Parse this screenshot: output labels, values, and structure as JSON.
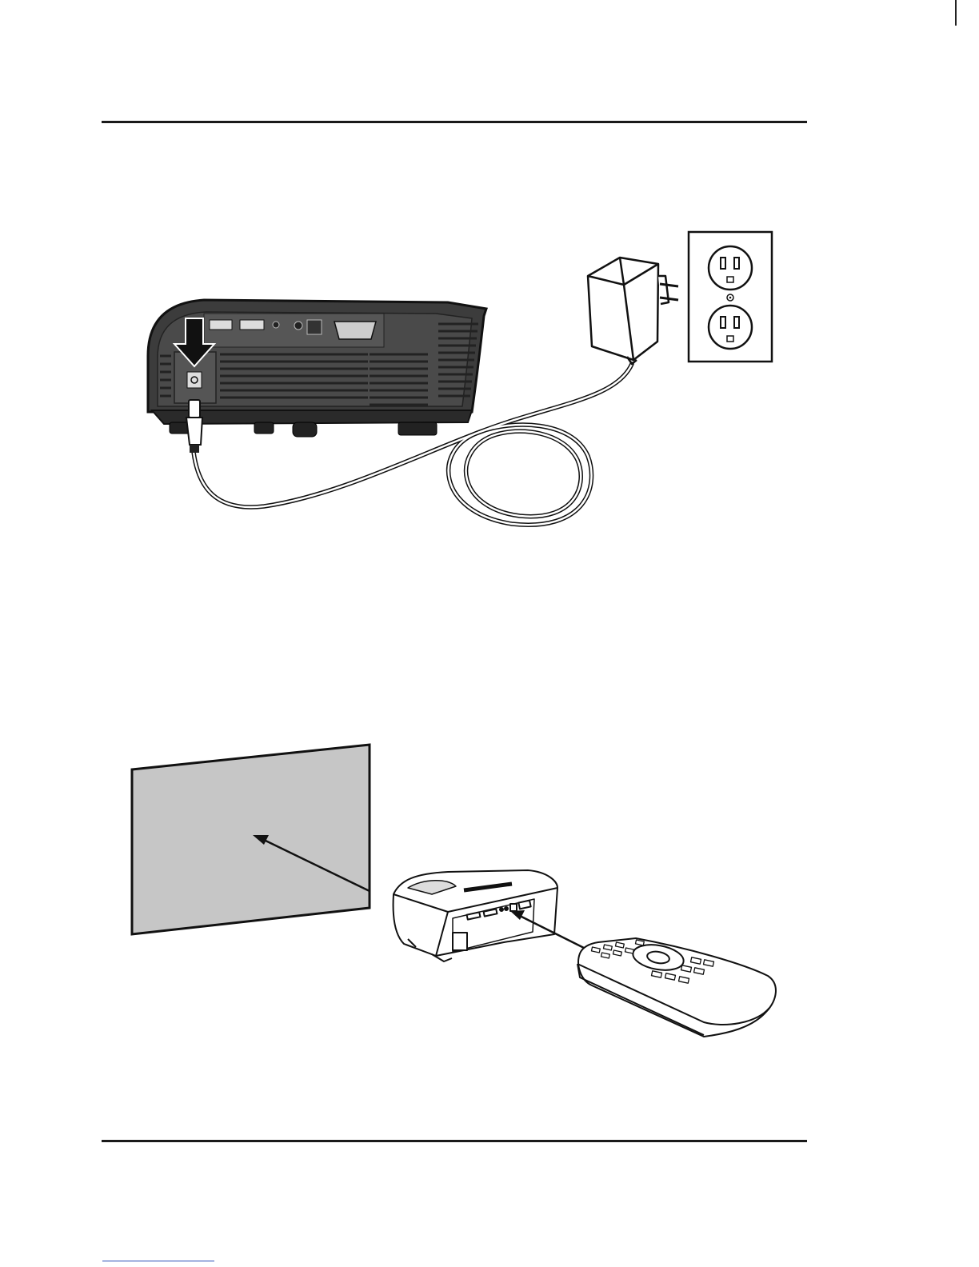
{
  "page": {
    "background": "#ffffff",
    "rule_color": "#1a1a1a",
    "link_color": "#2b4fb8"
  },
  "figures": {
    "power_connection": {
      "icon": "projector-power-connection-illustration",
      "parts": [
        "projector-rear-panel",
        "power-jack",
        "down-arrow",
        "dc-plug",
        "power-cord",
        "ac-adapter",
        "wall-outlet"
      ]
    },
    "remote_use": {
      "icon": "projector-remote-control-illustration",
      "screen_color": "#c6c6c6",
      "parts": [
        "projection-screen",
        "projection-arrow",
        "projector",
        "ir-signal-arrow",
        "remote-control"
      ]
    }
  }
}
